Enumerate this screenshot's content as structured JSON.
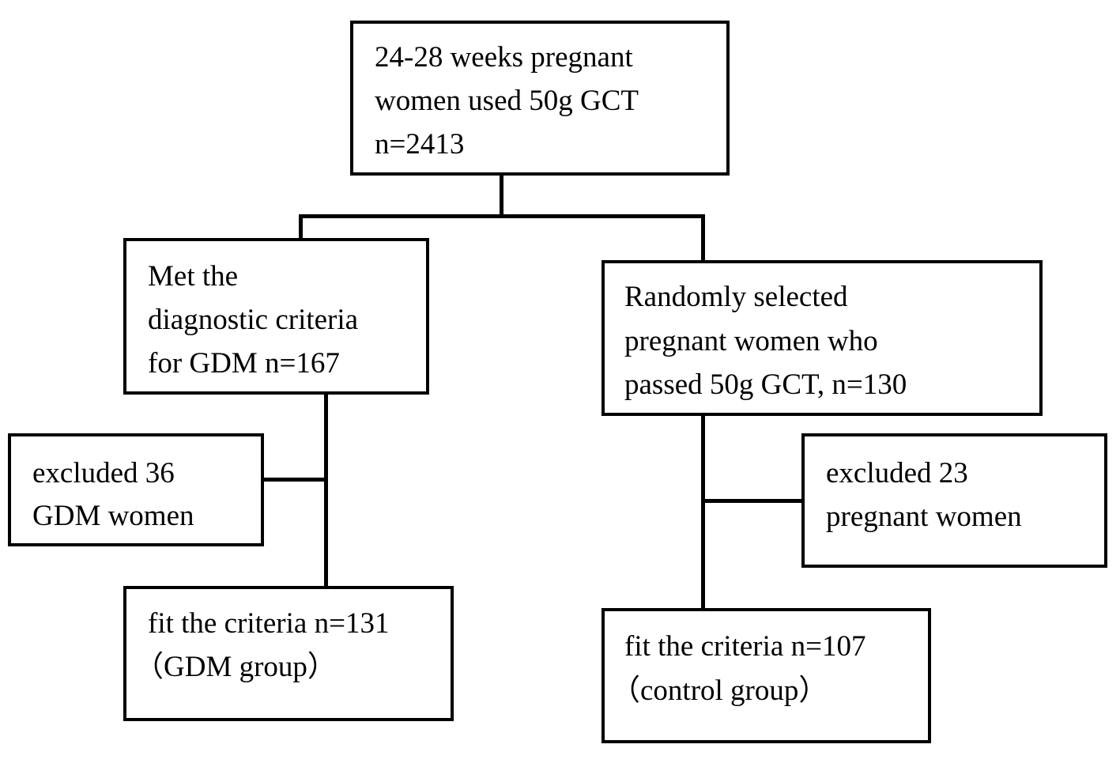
{
  "flowchart": {
    "root": {
      "lines": [
        "24-28 weeks pregnant",
        "women used 50g GCT",
        "n=2413"
      ]
    },
    "gdm_branch": {
      "met_criteria": {
        "lines": [
          "Met the",
          "diagnostic criteria",
          "for GDM n=167"
        ]
      },
      "excluded": {
        "lines": [
          "excluded 36",
          "GDM women"
        ]
      },
      "final": {
        "lines": [
          "fit the criteria n=131",
          "（GDM group）"
        ]
      }
    },
    "control_branch": {
      "selected": {
        "lines": [
          "Randomly selected",
          "pregnant women who",
          "passed 50g GCT, n=130"
        ]
      },
      "excluded": {
        "lines": [
          "excluded 23",
          "pregnant women"
        ]
      },
      "final": {
        "lines": [
          "fit the criteria n=107",
          "（control group）"
        ]
      }
    }
  }
}
